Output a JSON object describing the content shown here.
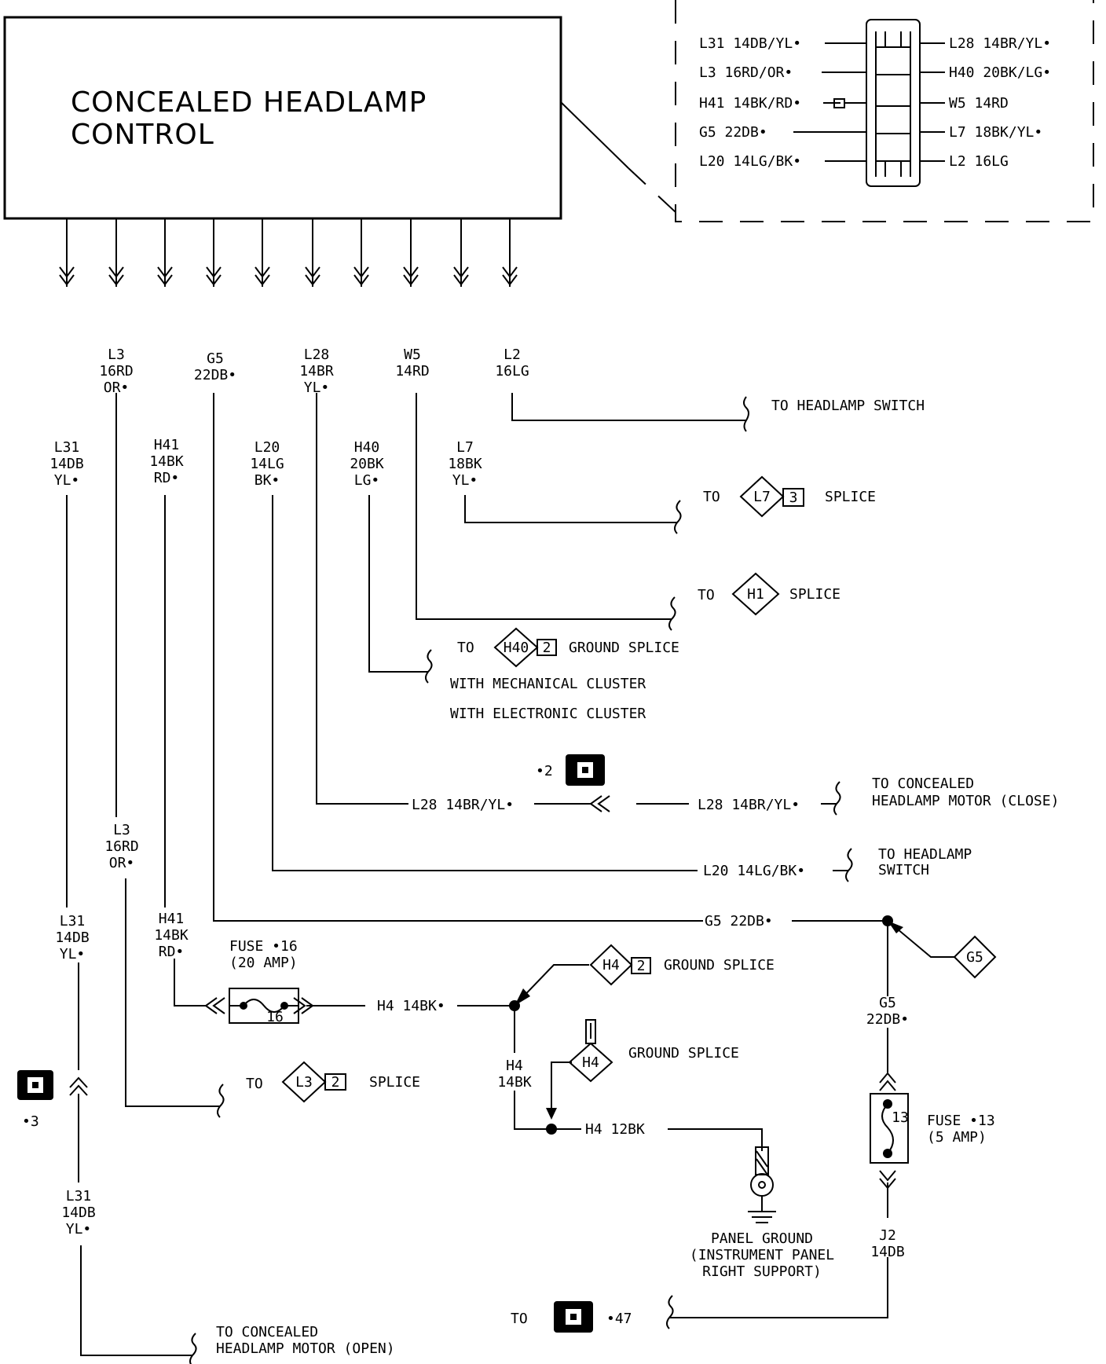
{
  "module": {
    "title_line1": "CONCEALED HEADLAMP",
    "title_line2": "CONTROL"
  },
  "connector_view": {
    "left_pins": [
      "L31 14DB/YL•",
      "L3 16RD/OR•",
      "H41 14BK/RD•",
      "G5 22DB•",
      "L20 14LG/BK•"
    ],
    "right_pins": [
      "L28 14BR/YL•",
      "H40 20BK/LG•",
      "W5 14RD",
      "L7 18BK/YL•",
      "L2 16LG"
    ]
  },
  "wire_labels": {
    "l3_top": [
      "L3",
      "16RD",
      "OR•"
    ],
    "g5_top": [
      "G5",
      "22DB•"
    ],
    "l28_top": [
      "L28",
      "14BR",
      "YL•"
    ],
    "w5_top": [
      "W5",
      "14RD"
    ],
    "l2_top": [
      "L2",
      "16LG"
    ],
    "l31_a": [
      "L31",
      "14DB",
      "YL•"
    ],
    "h41_a": [
      "H41",
      "14BK",
      "RD•"
    ],
    "l20_a": [
      "L20",
      "14LG",
      "BK•"
    ],
    "h40_a": [
      "H40",
      "20BK",
      "LG•"
    ],
    "l7_a": [
      "L7",
      "18BK",
      "YL•"
    ],
    "l3_b": [
      "L3",
      "16RD",
      "OR•"
    ],
    "l31_b": [
      "L31",
      "14DB",
      "YL•"
    ],
    "h41_b": [
      "H41",
      "14BK",
      "RD•"
    ],
    "h4_v": [
      "H4",
      "14BK"
    ],
    "g5_v": [
      "G5",
      "22DB•"
    ],
    "j2": [
      "J2",
      "14DB"
    ],
    "l31_c": [
      "L31",
      "14DB",
      "YL•"
    ]
  },
  "destinations": {
    "headlamp_switch": "TO HEADLAMP SWITCH",
    "to": "TO",
    "splice": "SPLICE",
    "ground_splice": "GROUND SPLICE",
    "with_mechanical": "WITH MECHANICAL CLUSTER",
    "with_electronic": "WITH ELECTRONIC CLUSTER",
    "concealed_close": [
      "TO CONCEALED",
      "HEADLAMP MOTOR (CLOSE)"
    ],
    "headlamp_switch_2": [
      "TO HEADLAMP",
      "SWITCH"
    ],
    "concealed_open": [
      "TO CONCEALED",
      "HEADLAMP MOTOR (OPEN)"
    ]
  },
  "splices": {
    "l7": {
      "name": "L7",
      "num": "3"
    },
    "h1": {
      "name": "H1"
    },
    "h40": {
      "name": "H40",
      "num": "2"
    },
    "h4_top": {
      "name": "H4",
      "num": "2"
    },
    "h4_ground": {
      "name": "H4"
    },
    "l3": {
      "name": "L3",
      "num": "2"
    },
    "g5": {
      "name": "G5"
    }
  },
  "inline_wires": {
    "l28_left": "L28 14BR/YL•",
    "l28_right": "L28 14BR/YL•",
    "l20": "L20 14LG/BK•",
    "g5": "G5 22DB•",
    "h4_14": "H4 14BK•",
    "h4_12": "H4 12BK"
  },
  "connectors": {
    "c2": "•2",
    "c3": "•3",
    "c47": "•47"
  },
  "fuses": {
    "f16": {
      "line1": "FUSE •16",
      "line2": "(20 AMP)",
      "num": "16"
    },
    "f13": {
      "line1": "FUSE •13",
      "line2": "(5 AMP)",
      "num": "13"
    }
  },
  "ground": {
    "line1": "PANEL GROUND",
    "line2": "(INSTRUMENT PANEL",
    "line3": "RIGHT SUPPORT)"
  },
  "ground_splice_pin": "1"
}
